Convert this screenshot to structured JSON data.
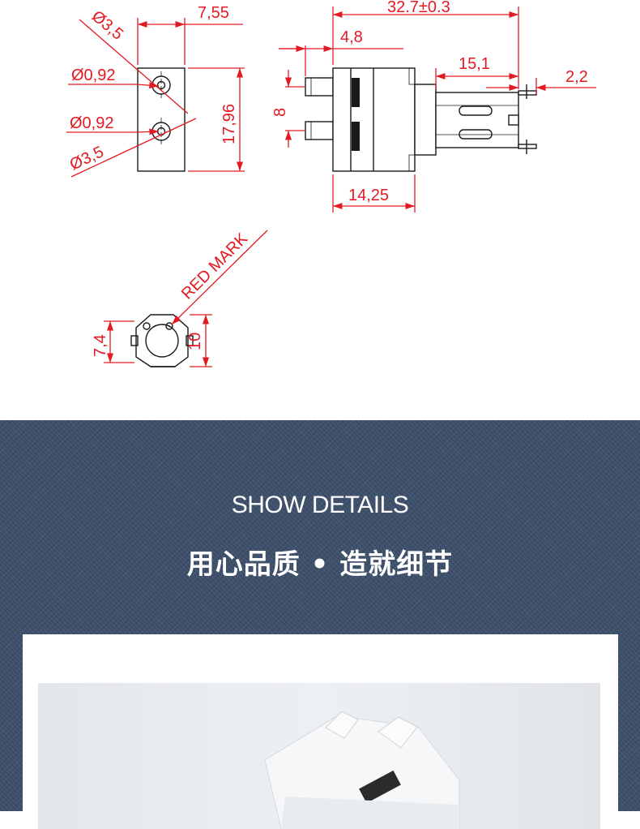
{
  "drawing": {
    "front_view": {
      "width_top": "7,55",
      "outer_dia_top": "Ø3,5",
      "hole_dia_top": "Ø0,92",
      "hole_dia_bottom": "Ø0,92",
      "outer_dia_bottom": "Ø3,5",
      "height": "17,96"
    },
    "side_view": {
      "overall_length": "32.7±0.3",
      "nozzle_length": "4,8",
      "motor_length": "15,1",
      "pin_length": "2,2",
      "nozzle_spacing": "8",
      "body_width": "14,25"
    },
    "end_view": {
      "label": "RED MARK",
      "width_small": "7,4",
      "width_large": "10"
    }
  },
  "details": {
    "title": "SHOW DETAILS",
    "subtitle": "用心品质 • 造就细节"
  },
  "colors": {
    "dimension": "#e21a22",
    "band_background": "#3d4f6b"
  }
}
